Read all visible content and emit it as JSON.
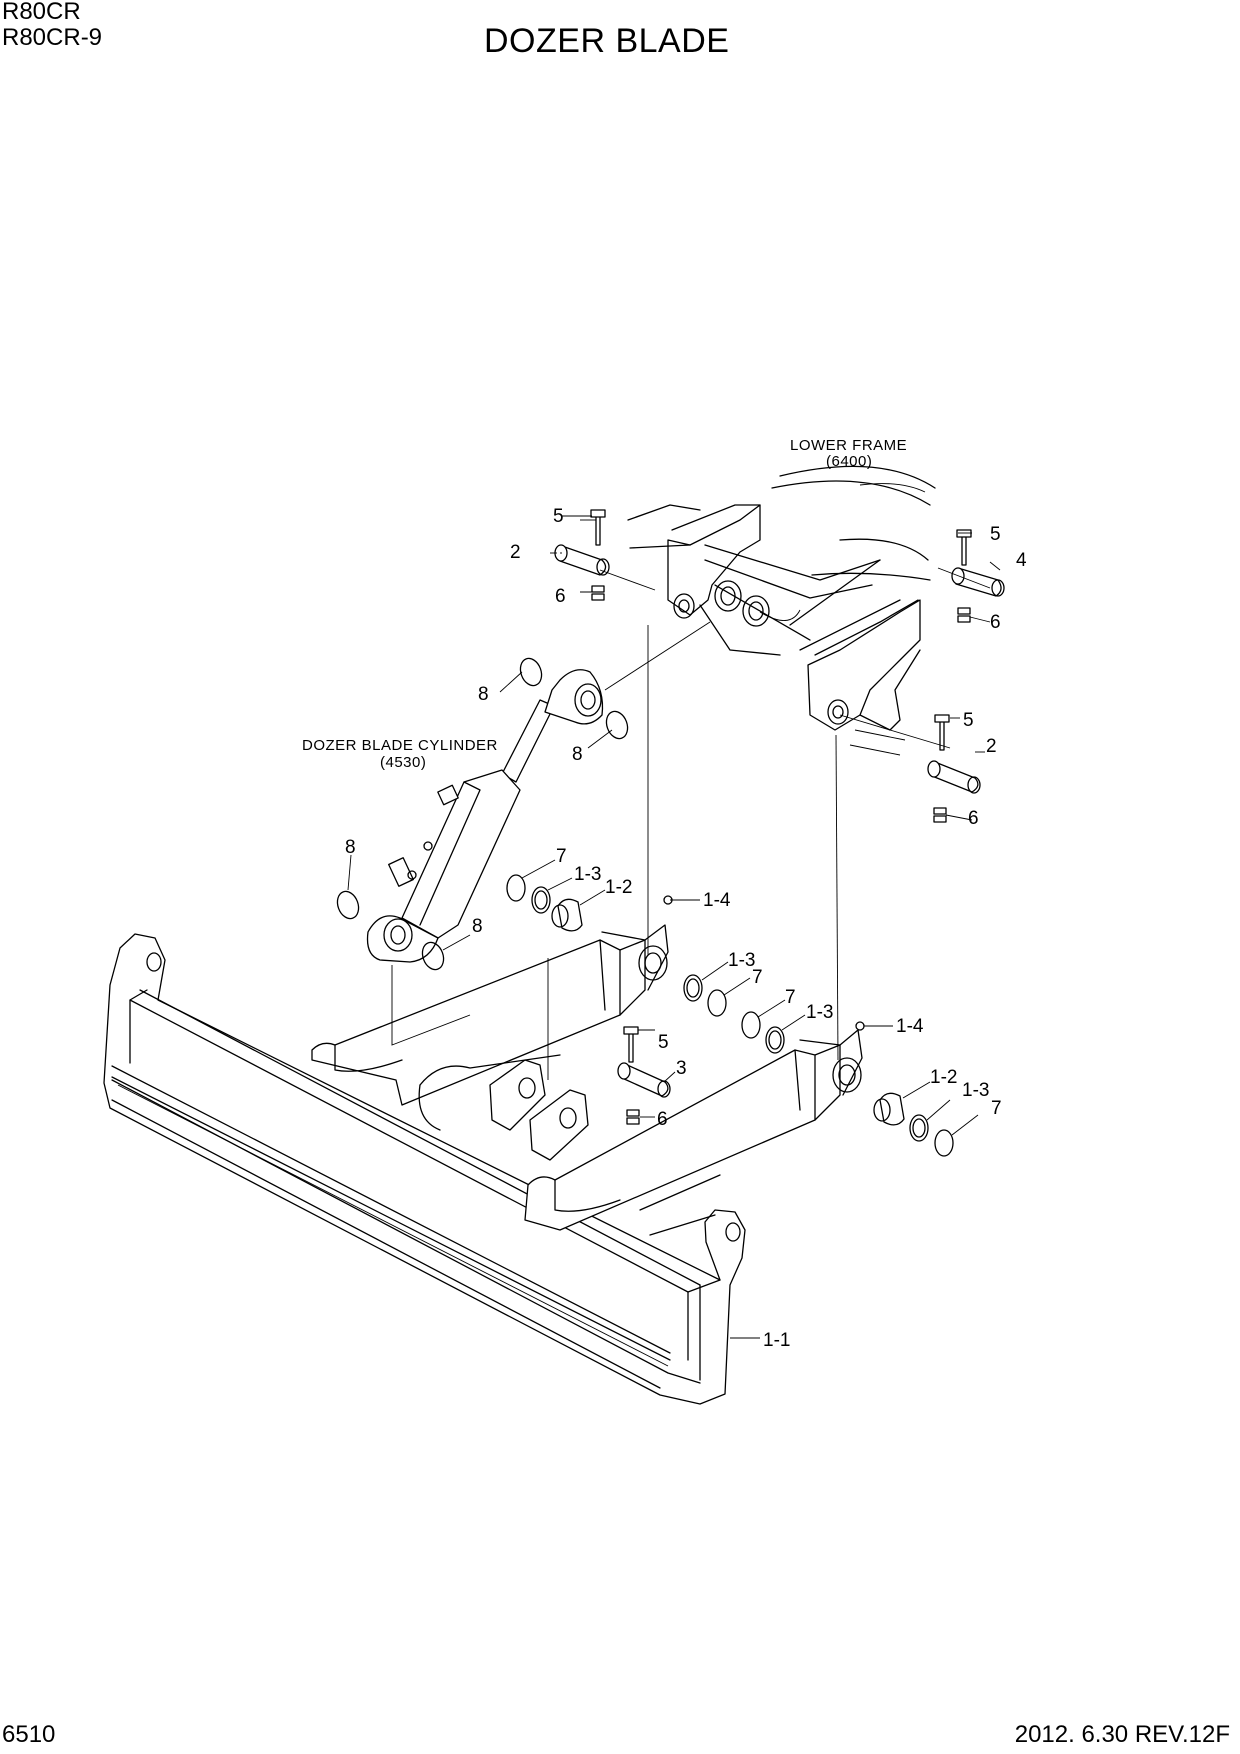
{
  "header": {
    "model_line_1": "R80CR",
    "model_line_2": "R80CR-9",
    "title": "DOZER BLADE"
  },
  "footer": {
    "page_number": "6510",
    "revision": "2012. 6.30 REV.12F"
  },
  "captions": {
    "lower_frame": "LOWER FRAME",
    "lower_frame_ref": "(6400)",
    "cylinder": "DOZER BLADE CYLINDER",
    "cylinder_ref": "(4530)"
  },
  "callouts": {
    "p1_1": "1-1",
    "p1_2": "1-2",
    "p1_3": "1-3",
    "p1_4": "1-4",
    "p2": "2",
    "p3": "3",
    "p4": "4",
    "p5": "5",
    "p6": "6",
    "p7": "7",
    "p8": "8"
  }
}
